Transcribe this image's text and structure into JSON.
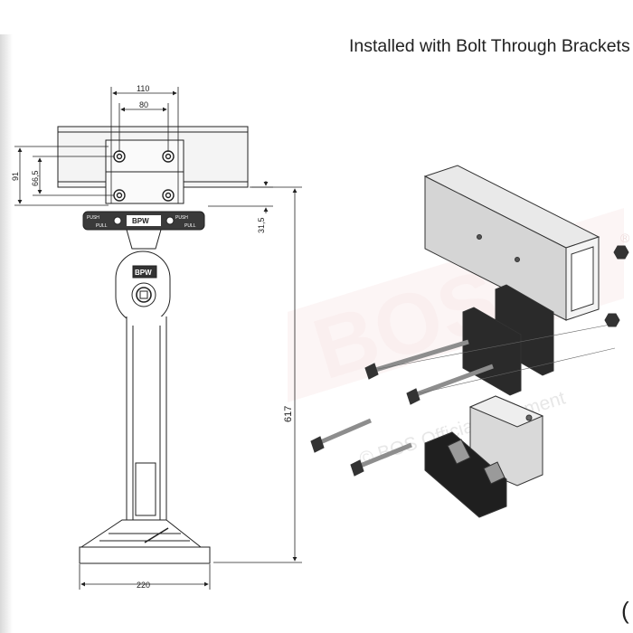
{
  "title": "Installed with Bolt Through Brackets",
  "dimensions": {
    "width_outer": "110",
    "width_inner": "80",
    "height_outer": "91",
    "height_inner": "66,5",
    "offset": "31,5",
    "total_height": "617",
    "base_width": "220"
  },
  "labels": {
    "push": "PUSH",
    "pull": "PULL",
    "logo": "BPW"
  },
  "watermark": {
    "logo": "BOS",
    "text": "© BOS Official Document",
    "registered": "®"
  },
  "edge_glyph": "("
}
